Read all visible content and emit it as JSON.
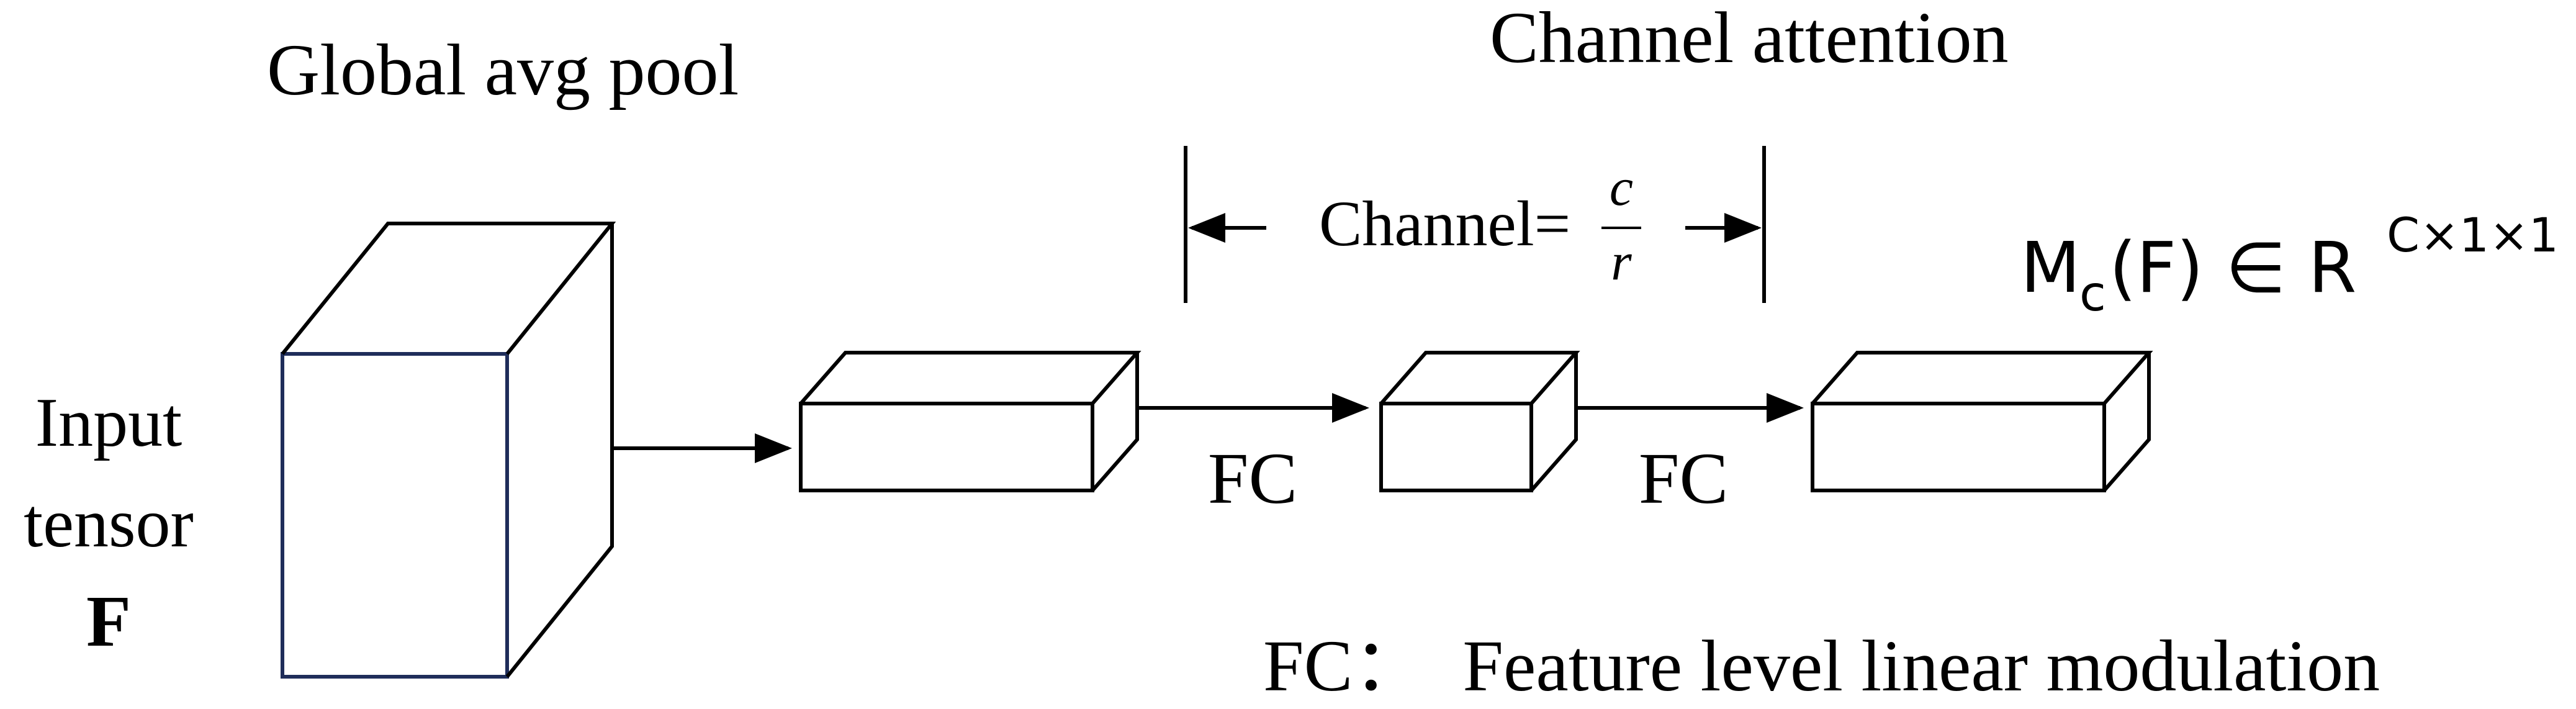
{
  "labels": {
    "global_avg_pool": "Global avg pool",
    "channel_attention": "Channel attention",
    "input_line1": "Input",
    "input_line2": "tensor",
    "input_symbol": "F",
    "channel_prefix": "Channel=",
    "channel_numerator": "c",
    "channel_denominator": "r",
    "fc_first": "FC",
    "fc_second": "FC",
    "output_main": "M",
    "output_sub": "c",
    "output_rest": "(F) ∈ R",
    "output_sup": "C×1×1",
    "legend": "FC：  Feature level linear modulation"
  },
  "colors": {
    "line": "#000000",
    "input_front_face": "#1f2d5a",
    "background": "#ffffff"
  }
}
